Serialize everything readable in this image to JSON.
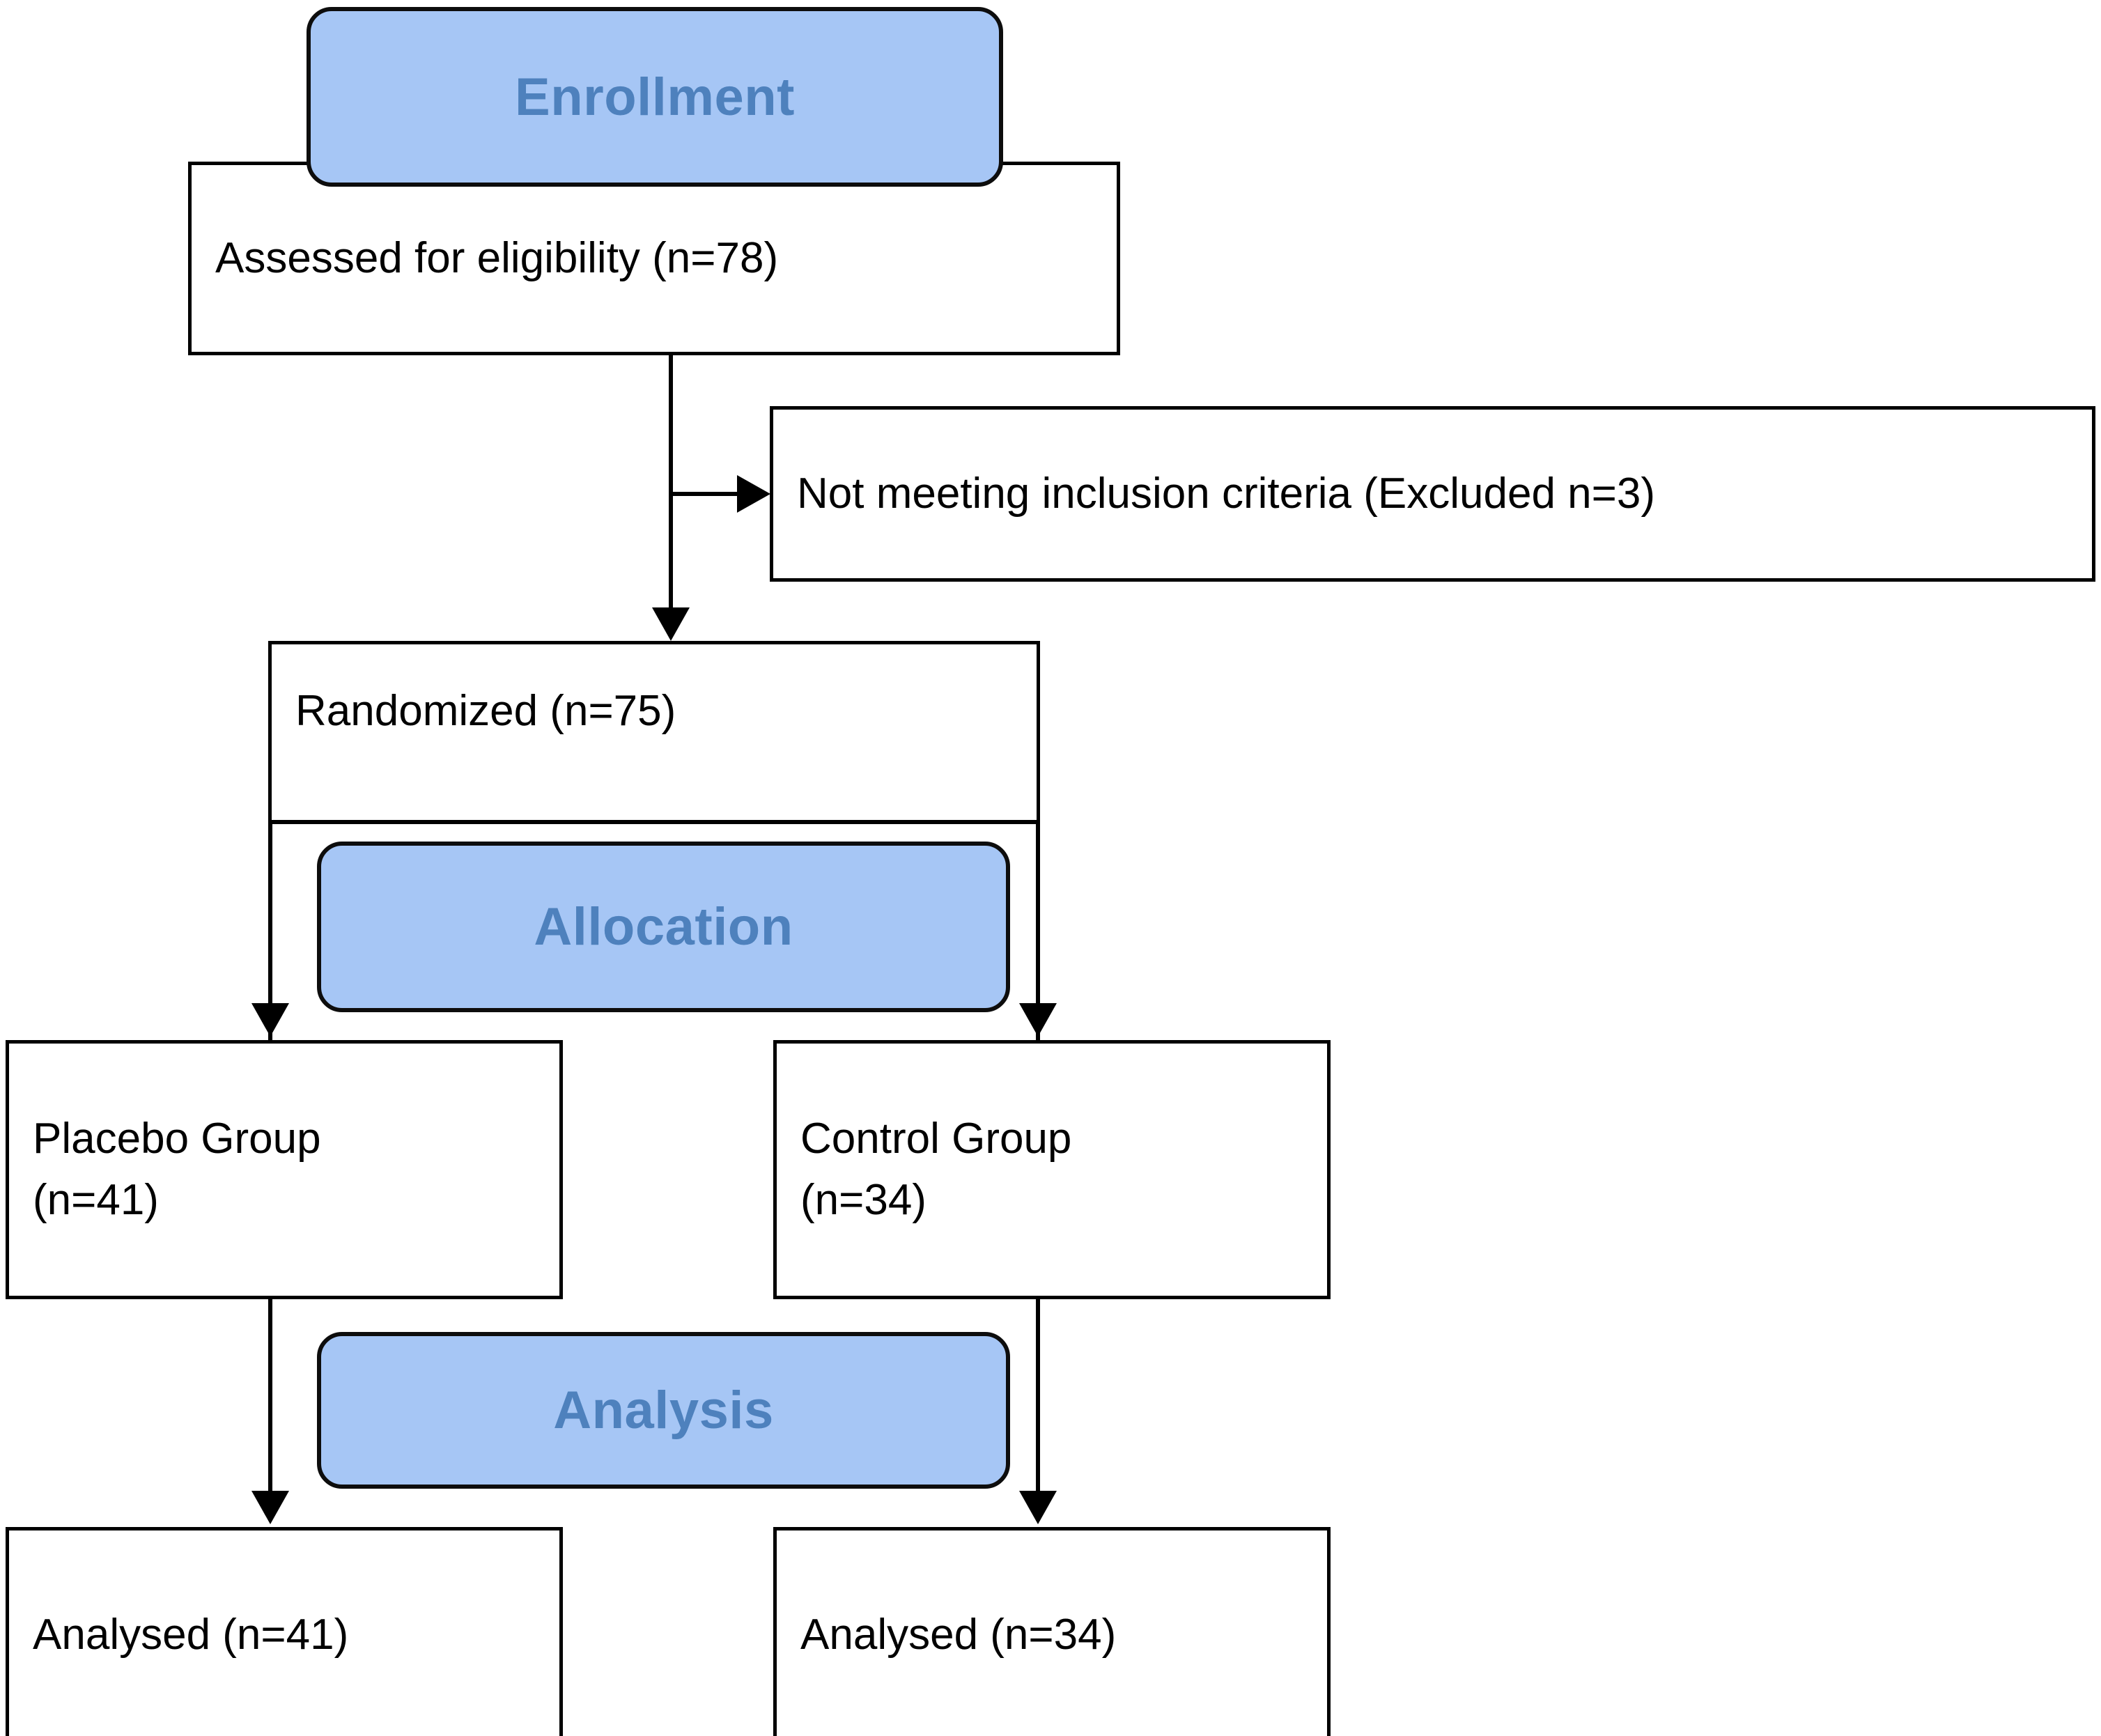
{
  "diagram": {
    "title": "CONSORT participant flow diagram",
    "colors": {
      "stage_badge_fill": "#A6C6F5",
      "stage_badge_text": "#4E81BD",
      "stage_badge_border": "#0D0D0D",
      "node_border": "#000000",
      "node_fill": "#FFFFFF",
      "node_text": "#000000",
      "connector": "#000000"
    },
    "stages": [
      {
        "id": "enrollment",
        "label": "Enrollment"
      },
      {
        "id": "allocation",
        "label": "Allocation"
      },
      {
        "id": "analysis",
        "label": "Analysis"
      }
    ],
    "nodes": {
      "assessed": {
        "label": "Assessed for eligibility (n=78)",
        "n": 78
      },
      "excluded": {
        "label": "Not meeting inclusion criteria (Excluded n=3)",
        "n": 3
      },
      "randomized": {
        "label": "Randomized (n=75)",
        "n": 75
      },
      "placebo": {
        "label": "Placebo Group\n(n=41)",
        "n": 41
      },
      "control": {
        "label": "Control Group\n(n=34)",
        "n": 34
      },
      "analysed_placebo": {
        "label": "Analysed (n=41)",
        "n": 41
      },
      "analysed_control": {
        "label": "Analysed (n=34)",
        "n": 34
      }
    }
  },
  "chart_data": {
    "type": "diagram",
    "title": "CONSORT flow diagram",
    "nodes": [
      {
        "id": "enrollment_stage",
        "text": "Enrollment",
        "kind": "stage-badge"
      },
      {
        "id": "assessed",
        "text": "Assessed for eligibility (n=78)",
        "value": 78,
        "kind": "box"
      },
      {
        "id": "excluded",
        "text": "Not meeting inclusion criteria (Excluded n=3)",
        "value": 3,
        "kind": "box"
      },
      {
        "id": "randomized",
        "text": "Randomized (n=75)",
        "value": 75,
        "kind": "box"
      },
      {
        "id": "allocation_stage",
        "text": "Allocation",
        "kind": "stage-badge"
      },
      {
        "id": "placebo",
        "text": "Placebo Group (n=41)",
        "value": 41,
        "kind": "box"
      },
      {
        "id": "control",
        "text": "Control Group (n=34)",
        "value": 34,
        "kind": "box"
      },
      {
        "id": "analysis_stage",
        "text": "Analysis",
        "kind": "stage-badge"
      },
      {
        "id": "analysed_placebo",
        "text": "Analysed (n=41)",
        "value": 41,
        "kind": "box"
      },
      {
        "id": "analysed_control",
        "text": "Analysed (n=34)",
        "value": 34,
        "kind": "box"
      }
    ],
    "edges": [
      {
        "from": "assessed",
        "to": "excluded",
        "style": "arrow-right"
      },
      {
        "from": "assessed",
        "to": "randomized",
        "style": "arrow-down"
      },
      {
        "from": "randomized",
        "to": "placebo",
        "style": "arrow-down"
      },
      {
        "from": "randomized",
        "to": "control",
        "style": "arrow-down"
      },
      {
        "from": "placebo",
        "to": "analysed_placebo",
        "style": "arrow-down"
      },
      {
        "from": "control",
        "to": "analysed_control",
        "style": "arrow-down"
      }
    ]
  }
}
